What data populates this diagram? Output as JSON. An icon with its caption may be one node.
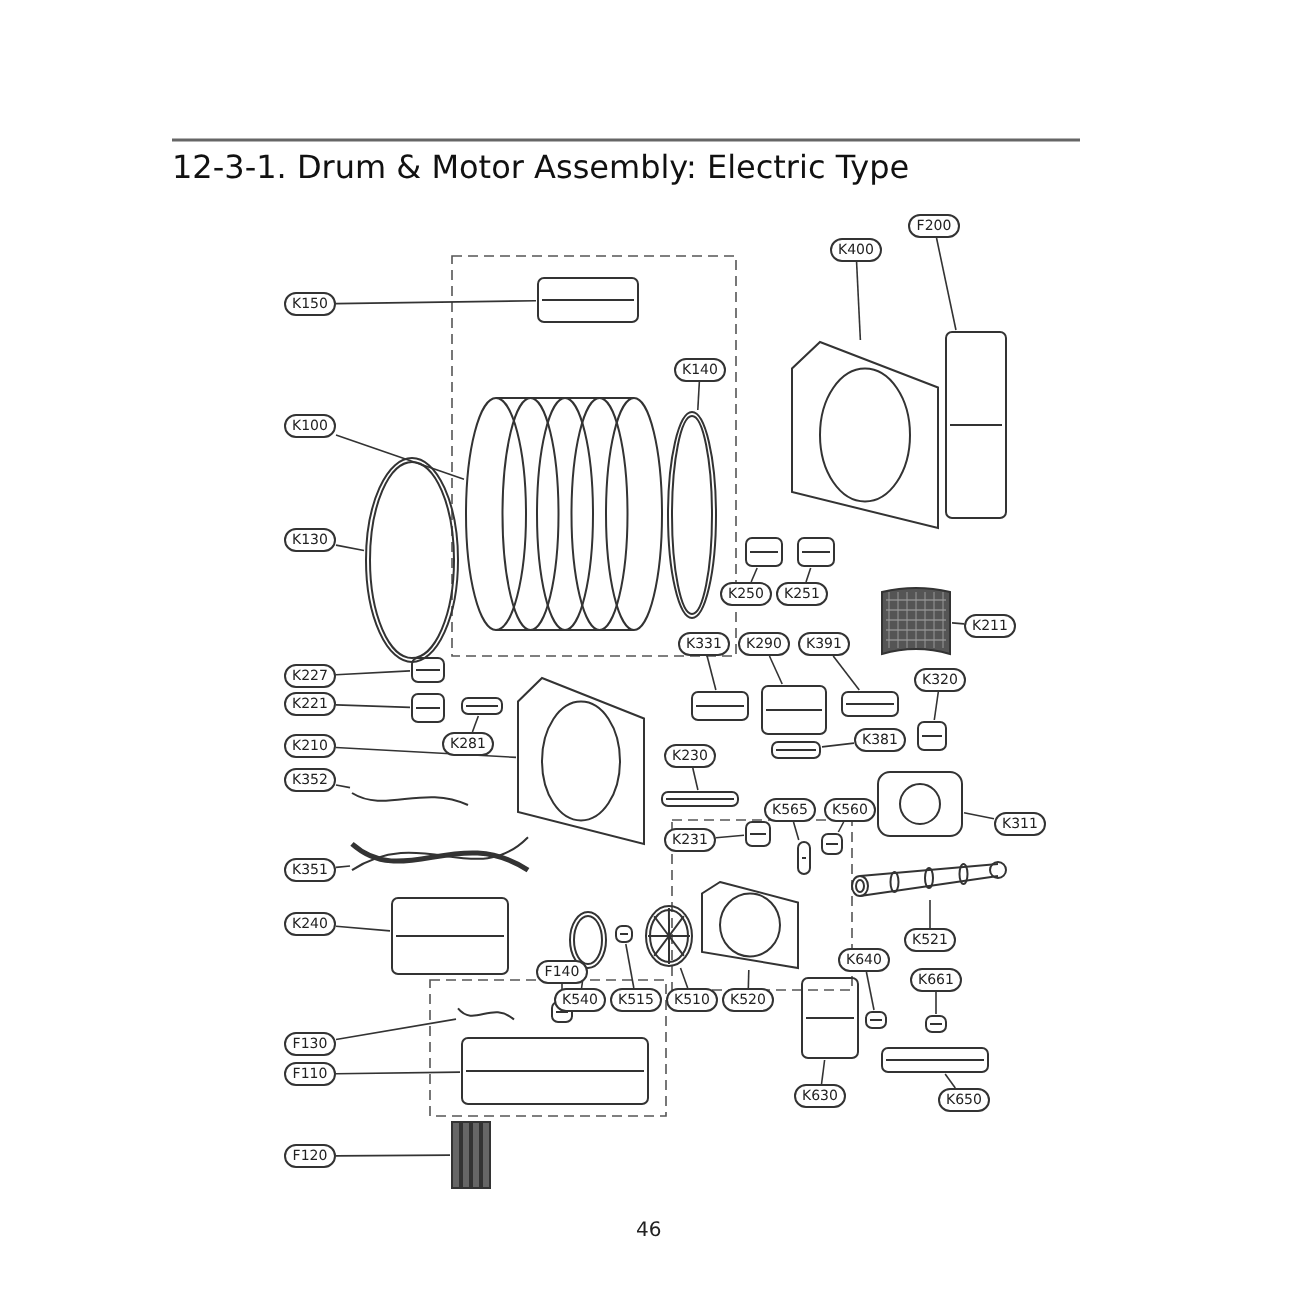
{
  "diagram": {
    "title": "12-3-1. Drum & Motor Assembly: Electric Type",
    "nodes": [
      {
        "text": [
          "K150"
        ]
      },
      {
        "text": [],
        "shape": "picture"
      },
      {
        "text": [
          "K100"
        ]
      },
      {
        "text": [],
        "shape": "picture"
      },
      {
        "text": [
          "K130"
        ]
      },
      {
        "text": [],
        "shape": "picture"
      },
      {
        "text": [
          "K140"
        ]
      },
      {
        "text": [],
        "shape": "picture"
      },
      {
        "text": [
          "K400"
        ]
      },
      {
        "text": [],
        "shape": "picture"
      },
      {
        "text": [
          "F200"
        ]
      },
      {
        "text": [],
        "shape": "picture"
      },
      {
        "text": [
          "K250"
        ]
      },
      {
        "text": [],
        "shape": "picture"
      },
      {
        "text": [
          "K251"
        ]
      },
      {
        "text": [],
        "shape": "picture"
      },
      {
        "text": [
          "K211"
        ]
      },
      {
        "text": [],
        "shape": "picture"
      },
      {
        "text": [
          "K331"
        ]
      },
      {
        "text": [],
        "shape": "picture"
      },
      {
        "text": [
          "K290"
        ]
      },
      {
        "text": [],
        "shape": "picture"
      },
      {
        "text": [
          "K391"
        ]
      },
      {
        "text": [],
        "shape": "picture"
      },
      {
        "text": [
          "K227"
        ]
      },
      {
        "text": [],
        "shape": "picture"
      },
      {
        "text": [
          "K221"
        ]
      },
      {
        "text": [],
        "shape": "picture"
      },
      {
        "text": [
          "K281"
        ]
      },
      {
        "text": [],
        "shape": "picture"
      },
      {
        "text": [
          "K320"
        ]
      },
      {
        "text": [],
        "shape": "picture"
      },
      {
        "text": [
          "K210"
        ]
      },
      {
        "text": [],
        "shape": "picture"
      },
      {
        "text": [
          "K230"
        ]
      },
      {
        "text": [],
        "shape": "picture"
      },
      {
        "text": [
          "K381"
        ]
      },
      {
        "text": [],
        "shape": "picture"
      },
      {
        "text": [
          "K311"
        ]
      },
      {
        "text": [],
        "shape": "picture"
      },
      {
        "text": [
          "K352"
        ]
      },
      {
        "text": [],
        "shape": "picture"
      },
      {
        "text": [
          "K565"
        ]
      },
      {
        "text": [],
        "shape": "picture"
      },
      {
        "text": [
          "K560"
        ]
      },
      {
        "text": [],
        "shape": "picture"
      },
      {
        "text": [
          "K231"
        ]
      },
      {
        "text": [],
        "shape": "picture"
      },
      {
        "text": [
          "K351"
        ]
      },
      {
        "text": [],
        "shape": "picture"
      },
      {
        "text": [
          "K240"
        ]
      },
      {
        "text": [],
        "shape": "picture"
      },
      {
        "text": [
          "K521"
        ]
      },
      {
        "text": [],
        "shape": "picture"
      },
      {
        "text": [
          "K540"
        ]
      },
      {
        "text": [],
        "shape": "picture"
      },
      {
        "text": [
          "K515"
        ]
      },
      {
        "text": [],
        "shape": "picture"
      },
      {
        "text": [
          "K510"
        ]
      },
      {
        "text": [],
        "shape": "picture"
      },
      {
        "text": [
          "K520"
        ]
      },
      {
        "text": [],
        "shape": "picture"
      },
      {
        "text": [
          "F140"
        ]
      },
      {
        "text": [],
        "shape": "picture"
      },
      {
        "text": [
          "K640"
        ]
      },
      {
        "text": [],
        "shape": "picture"
      },
      {
        "text": [
          "K661"
        ]
      },
      {
        "text": [],
        "shape": "picture"
      },
      {
        "text": [
          "F130"
        ]
      },
      {
        "text": [],
        "shape": "picture"
      },
      {
        "text": [
          "F110"
        ]
      },
      {
        "text": [],
        "shape": "picture"
      },
      {
        "text": [
          "K650"
        ]
      },
      {
        "text": [],
        "shape": "picture"
      },
      {
        "text": [
          "K630"
        ]
      },
      {
        "text": [],
        "shape": "picture"
      },
      {
        "text": [
          "F120"
        ]
      },
      {
        "text": [],
        "shape": "picture"
      }
    ],
    "edges": [
      {
        "from": 0,
        "to": 1,
        "arrow": "none"
      },
      {
        "from": 2,
        "to": 3,
        "arrow": "none"
      },
      {
        "from": 4,
        "to": 5,
        "arrow": "none"
      },
      {
        "from": 6,
        "to": 7,
        "arrow": "none"
      },
      {
        "from": 8,
        "to": 9,
        "arrow": "none"
      },
      {
        "from": 10,
        "to": 11,
        "arrow": "none"
      },
      {
        "from": 12,
        "to": 13,
        "arrow": "none"
      },
      {
        "from": 14,
        "to": 15,
        "arrow": "none"
      },
      {
        "from": 16,
        "to": 17,
        "arrow": "none"
      },
      {
        "from": 18,
        "to": 19,
        "arrow": "none"
      },
      {
        "from": 20,
        "to": 21,
        "arrow": "none"
      },
      {
        "from": 22,
        "to": 23,
        "arrow": "none"
      },
      {
        "from": 24,
        "to": 25,
        "arrow": "none"
      },
      {
        "from": 26,
        "to": 27,
        "arrow": "none"
      },
      {
        "from": 28,
        "to": 29,
        "arrow": "none"
      },
      {
        "from": 30,
        "to": 31,
        "arrow": "none"
      },
      {
        "from": 32,
        "to": 33,
        "arrow": "none"
      },
      {
        "from": 34,
        "to": 35,
        "arrow": "none"
      },
      {
        "from": 36,
        "to": 37,
        "arrow": "none"
      },
      {
        "from": 38,
        "to": 39,
        "arrow": "none"
      },
      {
        "from": 40,
        "to": 41,
        "arrow": "none"
      },
      {
        "from": 42,
        "to": 43,
        "arrow": "none"
      },
      {
        "from": 44,
        "to": 45,
        "arrow": "none"
      },
      {
        "from": 46,
        "to": 47,
        "arrow": "none"
      },
      {
        "from": 48,
        "to": 49,
        "arrow": "none"
      },
      {
        "from": 50,
        "to": 51,
        "arrow": "none"
      },
      {
        "from": 52,
        "to": 53,
        "arrow": "none"
      },
      {
        "from": 54,
        "to": 55,
        "arrow": "none"
      },
      {
        "from": 56,
        "to": 57,
        "arrow": "none"
      },
      {
        "from": 58,
        "to": 59,
        "arrow": "none"
      },
      {
        "from": 60,
        "to": 61,
        "arrow": "none"
      },
      {
        "from": 62,
        "to": 63,
        "arrow": "none"
      },
      {
        "from": 64,
        "to": 65,
        "arrow": "none"
      },
      {
        "from": 66,
        "to": 67,
        "arrow": "none"
      },
      {
        "from": 68,
        "to": 69,
        "arrow": "none"
      },
      {
        "from": 70,
        "to": 71,
        "arrow": "none"
      },
      {
        "from": 72,
        "to": 73,
        "arrow": "none"
      },
      {
        "from": 74,
        "to": 75,
        "arrow": "none"
      },
      {
        "from": 76,
        "to": 77,
        "arrow": "none"
      }
    ],
    "labels": [
      "46"
    ]
  }
}
